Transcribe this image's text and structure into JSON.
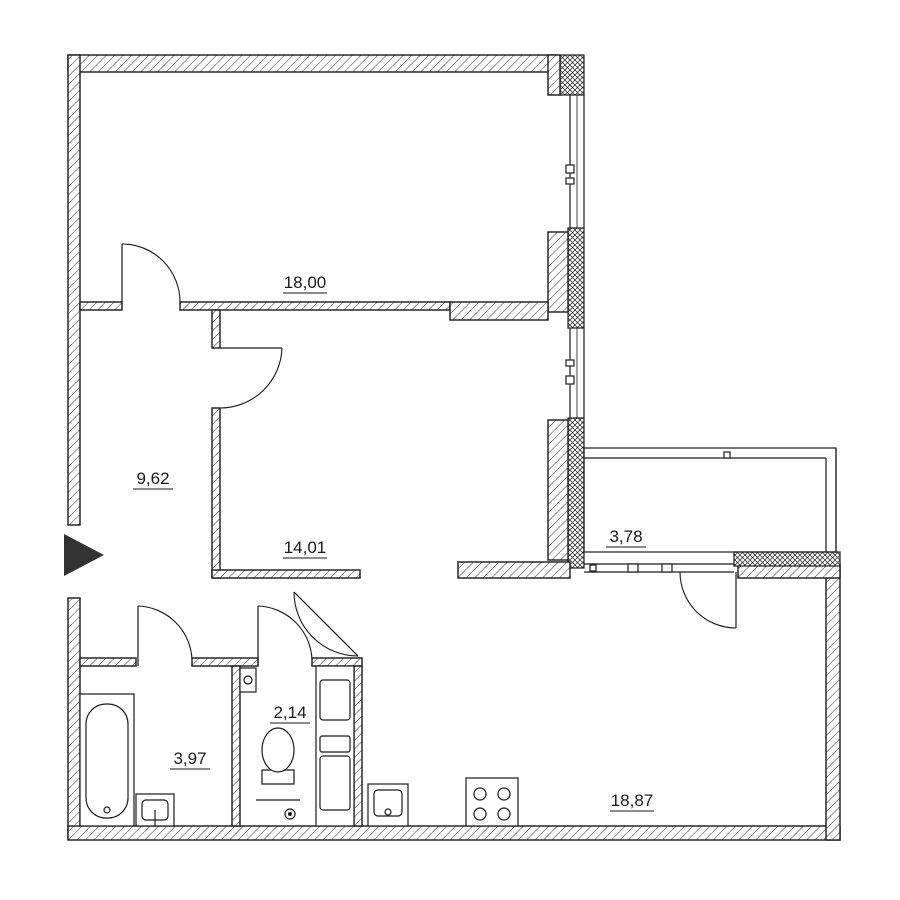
{
  "rooms": [
    {
      "id": "bedroom-1",
      "area": "18,00"
    },
    {
      "id": "hall",
      "area": "9,62"
    },
    {
      "id": "bedroom-2",
      "area": "14,01"
    },
    {
      "id": "balcony",
      "area": "3,78"
    },
    {
      "id": "wc",
      "area": "2,14"
    },
    {
      "id": "bathroom",
      "area": "3,97"
    },
    {
      "id": "kitchen-living",
      "area": "18,87"
    }
  ],
  "entrance_marker": "arrow-right-icon",
  "colors": {
    "line": "#1a1a1a",
    "marker": "#333333",
    "background": "#ffffff"
  }
}
